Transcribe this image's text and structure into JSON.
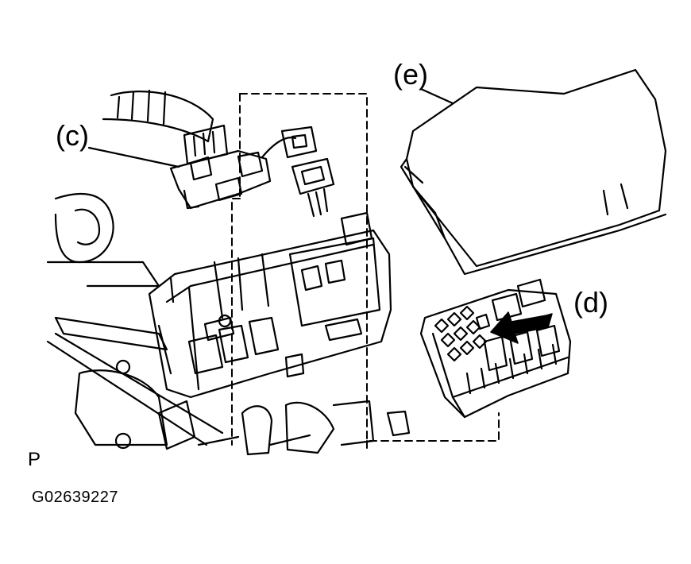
{
  "labels": {
    "c": "(c)",
    "d": "(d)",
    "e": "(e)",
    "view": "P",
    "figure_code": "G02639227"
  },
  "colors": {
    "line": "#000000",
    "background": "#ffffff"
  },
  "icons": {
    "arrow": "arrow-left-down-icon"
  }
}
